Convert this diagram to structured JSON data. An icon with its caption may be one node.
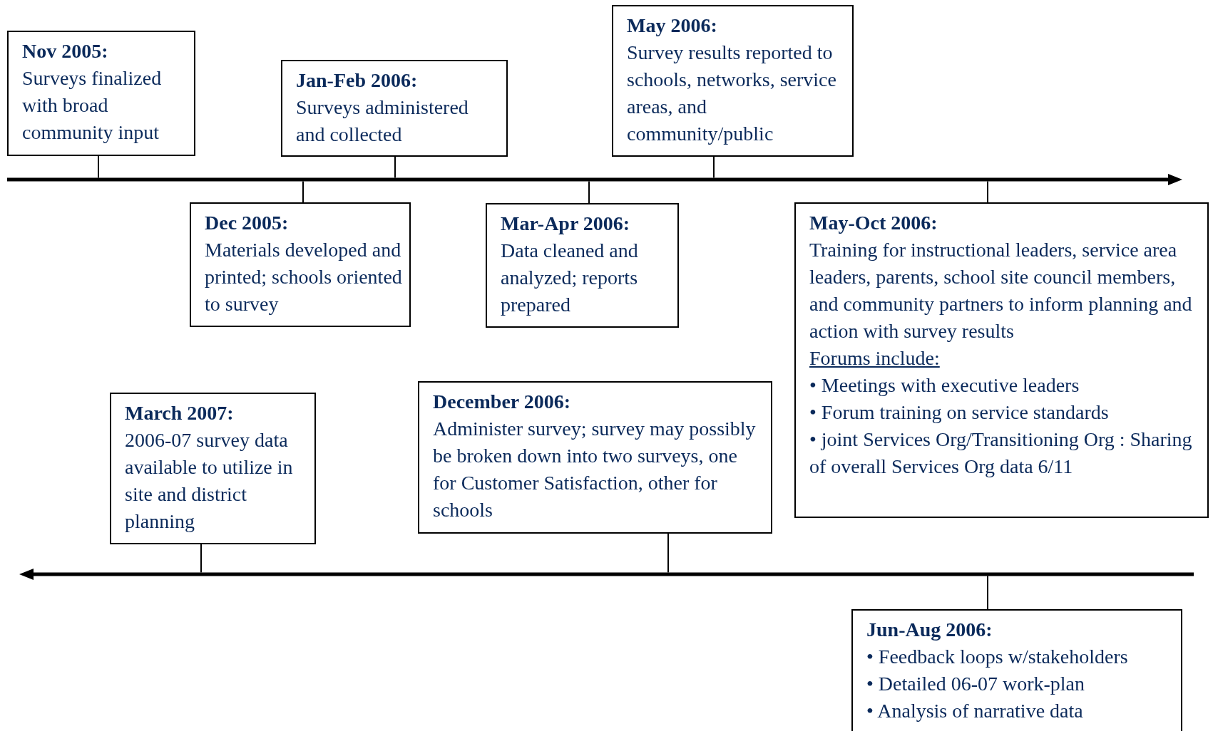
{
  "diagram": {
    "nodes": [
      {
        "text": [
          "Nov 2005:",
          "Surveys finalized with broad community input"
        ]
      },
      {
        "text": [
          "Jan-Feb 2006:",
          "Surveys administered and collected"
        ]
      },
      {
        "text": [
          "May 2006:",
          "Survey results reported to schools, networks, service areas, and community/public"
        ]
      },
      {
        "text": [
          "Dec 2005:",
          "Materials developed and printed; schools oriented to survey"
        ]
      },
      {
        "text": [
          "Mar-Apr 2006:",
          "Data cleaned and analyzed; reports prepared"
        ]
      },
      {
        "text": [
          "May-Oct 2006:",
          "Training for instructional leaders, service area leaders, parents, school site council members, and community partners to inform planning and action with survey results",
          "Forums include:",
          "• Meetings with executive leaders",
          "• Forum training on service standards",
          "• joint Services Org/Transitioning Org : Sharing of overall Services Org data 6/11"
        ]
      },
      {
        "text": [
          "March 2007:",
          "2006-07 survey data available to utilize in site and district planning"
        ]
      },
      {
        "text": [
          "December 2006:",
          "Administer survey; survey may possibly be broken down into two surveys, one for Customer Satisfaction, other for schools"
        ]
      },
      {
        "text": [
          "Jun-Aug 2006:",
          "• Feedback loops w/stakeholders",
          "• Detailed 06-07 work-plan",
          "• Analysis of narrative data"
        ]
      },
      {
        "text": [],
        "shape": "bar"
      },
      {
        "text": [],
        "shape": "bar"
      }
    ],
    "edges": [
      {
        "from": 0,
        "to": 9,
        "arrow": "none"
      },
      {
        "from": 1,
        "to": 9,
        "arrow": "none"
      },
      {
        "from": 2,
        "to": 9,
        "arrow": "none"
      },
      {
        "from": 3,
        "to": 9,
        "arrow": "none"
      },
      {
        "from": 4,
        "to": 9,
        "arrow": "none"
      },
      {
        "from": 5,
        "to": 9,
        "arrow": "none"
      },
      {
        "from": 6,
        "to": 10,
        "arrow": "none"
      },
      {
        "from": 7,
        "to": 10,
        "arrow": "none"
      },
      {
        "from": 8,
        "to": 10,
        "arrow": "none"
      }
    ]
  }
}
